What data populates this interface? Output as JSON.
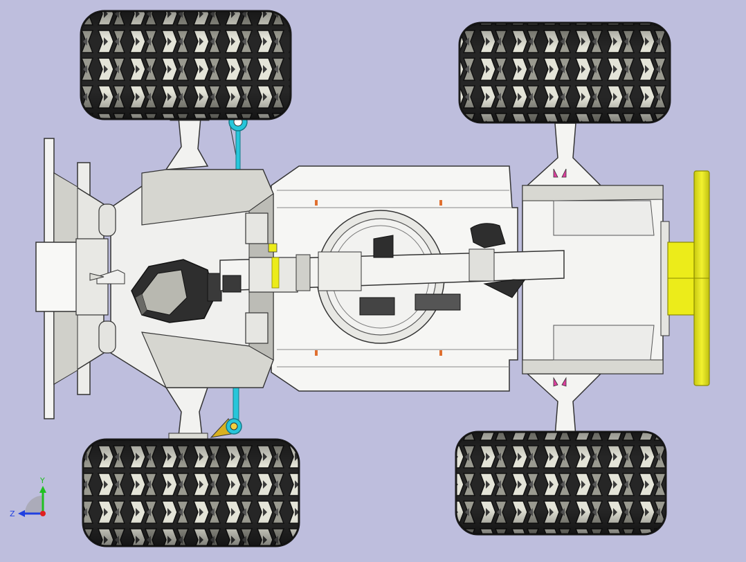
{
  "viewport": {
    "background": "#bebedd",
    "view_orientation": "top"
  },
  "colors": {
    "tire_dark": "#1e1e1e",
    "tire_mid": "#4a4a4a",
    "tire_light": "#d4d4c6",
    "body_light": "#f4f4f2",
    "body_mid": "#cfcfca",
    "body_shade": "#a8a8a2",
    "outline": "#2a2a2a",
    "linkage": "#26c6da",
    "bumper": "#ecec1a",
    "pink_accent": "#e040a0",
    "orange_bolt": "#e07030",
    "gold_mount": "#d8b020",
    "axis_x": "#e02020",
    "axis_y": "#20c020",
    "axis_z": "#2040e0"
  },
  "model": {
    "parts": [
      {
        "name": "front-left-tire",
        "icon": "tire-icon"
      },
      {
        "name": "front-right-tire",
        "icon": "tire-icon"
      },
      {
        "name": "rear-left-tire",
        "icon": "tire-icon"
      },
      {
        "name": "rear-right-tire",
        "icon": "tire-icon"
      },
      {
        "name": "chassis-plate",
        "icon": "plate-icon"
      },
      {
        "name": "front-bumper",
        "icon": "bumper-icon"
      },
      {
        "name": "rear-bumper",
        "icon": "bumper-icon"
      },
      {
        "name": "steering-linkage",
        "icon": "linkage-icon"
      },
      {
        "name": "drive-shaft",
        "icon": "shaft-icon"
      },
      {
        "name": "motor",
        "icon": "motor-icon"
      }
    ]
  },
  "triad": {
    "y_label": "Y",
    "z_label": "Z"
  }
}
